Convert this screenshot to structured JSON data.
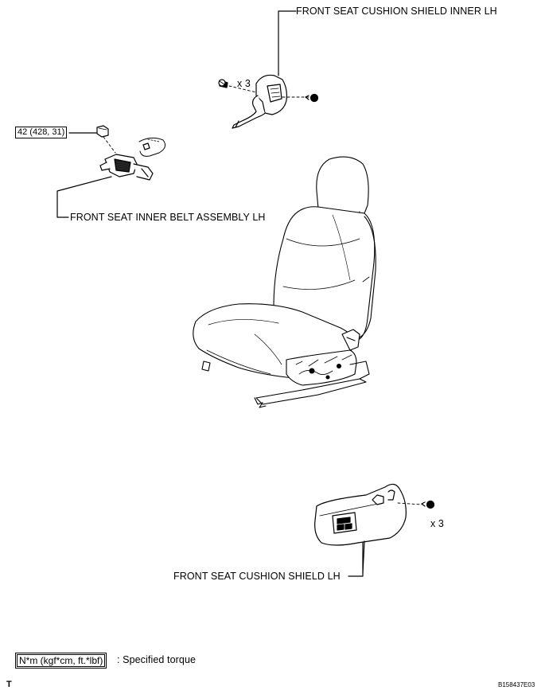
{
  "labels": {
    "shield_inner": "FRONT SEAT CUSHION SHIELD INNER LH",
    "inner_belt": "FRONT SEAT INNER BELT ASSEMBLY LH",
    "shield": "FRONT SEAT CUSHION SHIELD LH",
    "qty_top": "x 3",
    "qty_bottom": "x 3"
  },
  "torque": {
    "value": "42 (428, 31)"
  },
  "legend": {
    "unit_box": "N*m (kgf*cm, ft.*lbf)",
    "description": ": Specified torque"
  },
  "footer": {
    "corner_mark": "T",
    "figure_id": "B158437E03"
  },
  "icons": [
    "bolt-icon",
    "clip-icon",
    "seat-illustration",
    "shield-inner-part",
    "inner-belt-part",
    "shield-part"
  ]
}
